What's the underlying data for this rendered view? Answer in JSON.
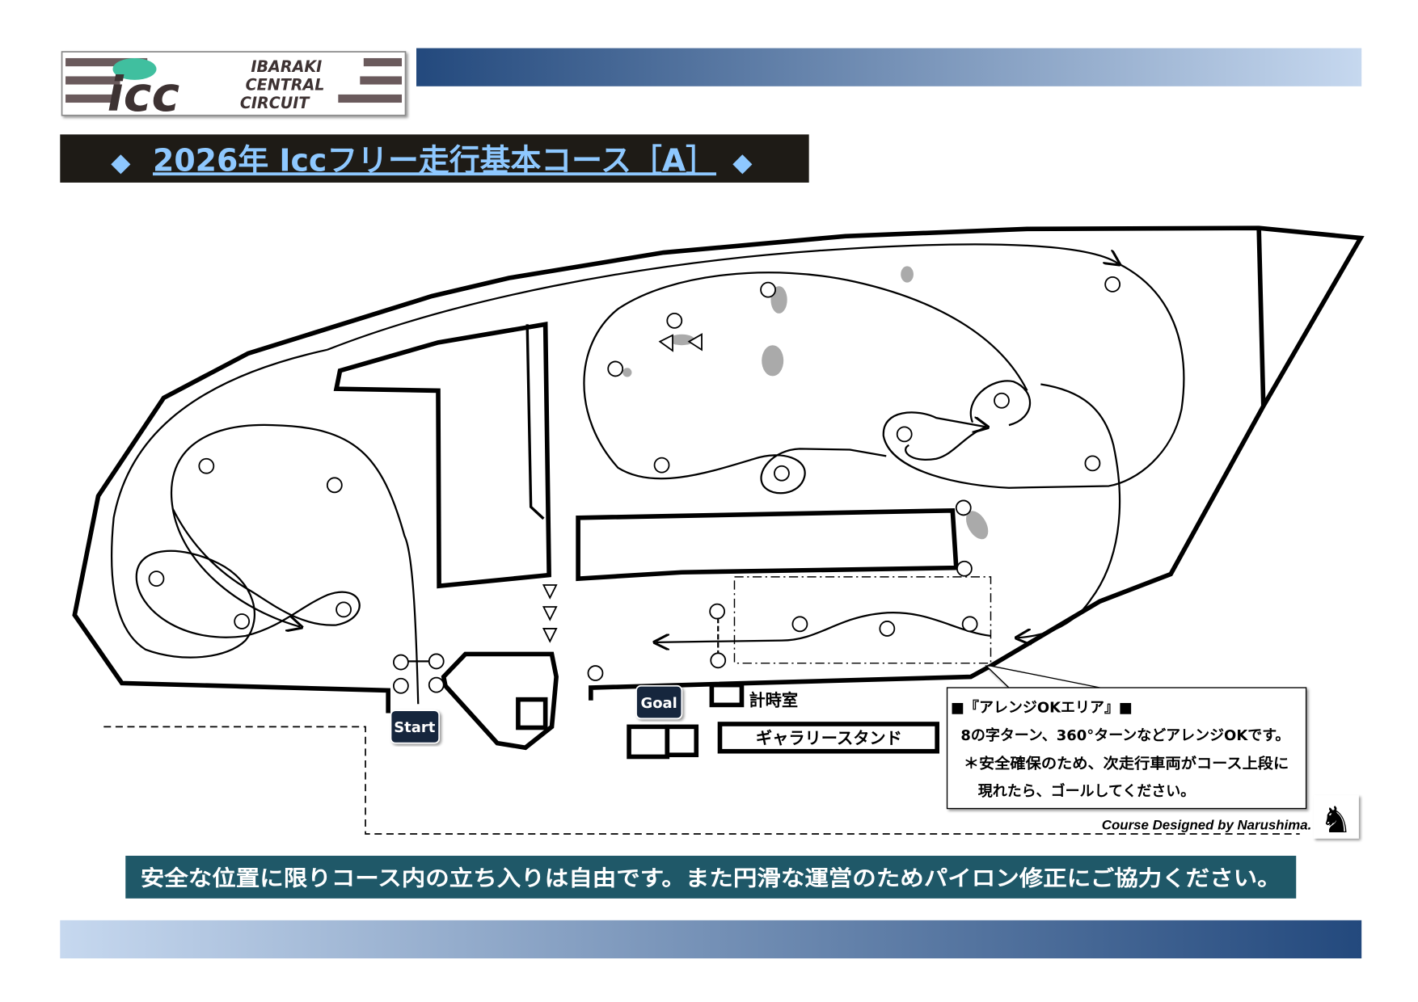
{
  "logo": {
    "line1": "IBARAKI",
    "line2": "CENTRAL",
    "line3": "CIRCUIT",
    "mark": "icc"
  },
  "title": {
    "text": "2026年 Iccフリー走行基本コース［A］",
    "diamond": "◆"
  },
  "map": {
    "start_label": "Start",
    "goal_label": "Goal",
    "timing_room": "計時室",
    "gallery_stand": "ギャラリースタンド"
  },
  "callout": {
    "heading": "■『アレンジOKエリア』■",
    "line1": "8の字ターン、360°ターンなどアレンジOKです。",
    "line2": "＊安全確保のため、次走行車両がコース上段に",
    "line3": "現れたら、ゴールしてください。"
  },
  "credit": "Course Designed by Narushima.",
  "banner": "安全な位置に限りコース内の立ち入りは自由です。また円滑な運営のためパイロン修正にご協力ください。",
  "colors": {
    "title_bg": "#1e1b16",
    "title_text": "#8ec8ff",
    "banner_bg": "#1f5868",
    "bar_dark": "#23497d",
    "bar_light": "#c6d8ef",
    "badge": "#16253d"
  }
}
